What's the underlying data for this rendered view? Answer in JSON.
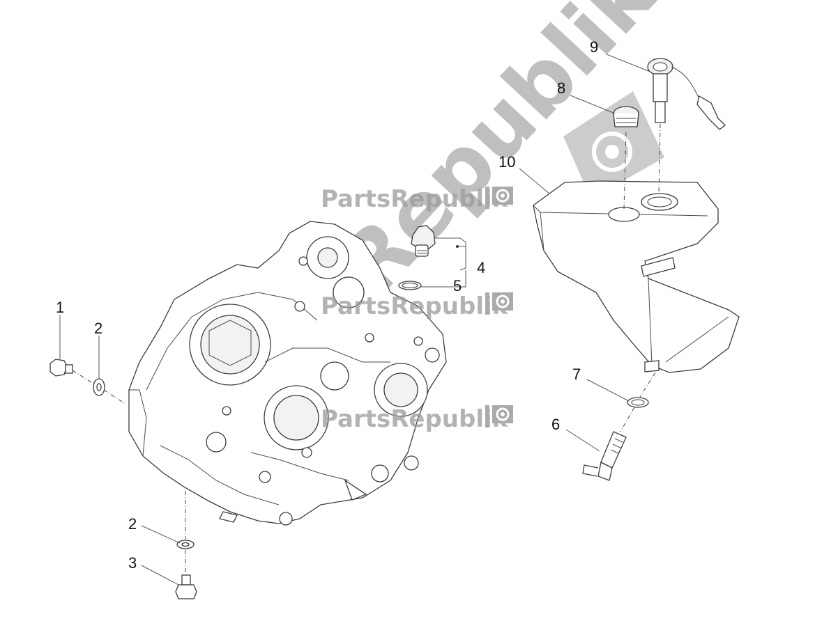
{
  "watermark": {
    "text": "PartsRepublik",
    "big_text": "PartsRepublik"
  },
  "callouts": [
    {
      "id": "c1",
      "label": "1"
    },
    {
      "id": "c2a",
      "label": "2"
    },
    {
      "id": "c2b",
      "label": "2"
    },
    {
      "id": "c3",
      "label": "3"
    },
    {
      "id": "c4",
      "label": "4"
    },
    {
      "id": "c5",
      "label": "5"
    },
    {
      "id": "c6",
      "label": "6"
    },
    {
      "id": "c7",
      "label": "7"
    },
    {
      "id": "c8",
      "label": "8"
    },
    {
      "id": "c9",
      "label": "9"
    },
    {
      "id": "c10",
      "label": "10"
    }
  ],
  "icons": {
    "gear": "gear-icon"
  }
}
